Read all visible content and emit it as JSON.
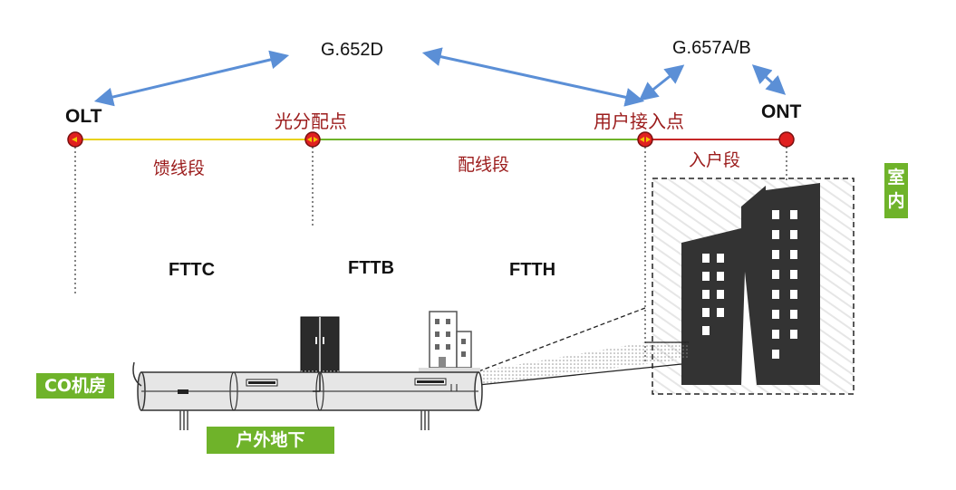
{
  "nodes": {
    "olt": "OLT",
    "split_point": "光分配点",
    "user_access_point": "用户接入点",
    "ont": "ONT"
  },
  "standards": {
    "g652": "G.652D",
    "g657": "G.657A/B"
  },
  "segments": {
    "feeder": "馈线段",
    "distribution": "配线段",
    "drop": "入户段"
  },
  "technologies": {
    "fttc": "FTTC",
    "fttb": "FTTB",
    "ftth": "FTTH"
  },
  "locations": {
    "co_room": "CO机房",
    "outdoor_underground": "户外地下",
    "indoor": "室内"
  },
  "colors": {
    "feeder_line": "#e8d21c",
    "distribution_line": "#6fb32a",
    "drop_line": "#c62828",
    "node_fill": "#e02020",
    "arrow": "#5b8fd6",
    "label_green_bg": "#6fb32a",
    "segment_text": "#9b1b1b"
  }
}
